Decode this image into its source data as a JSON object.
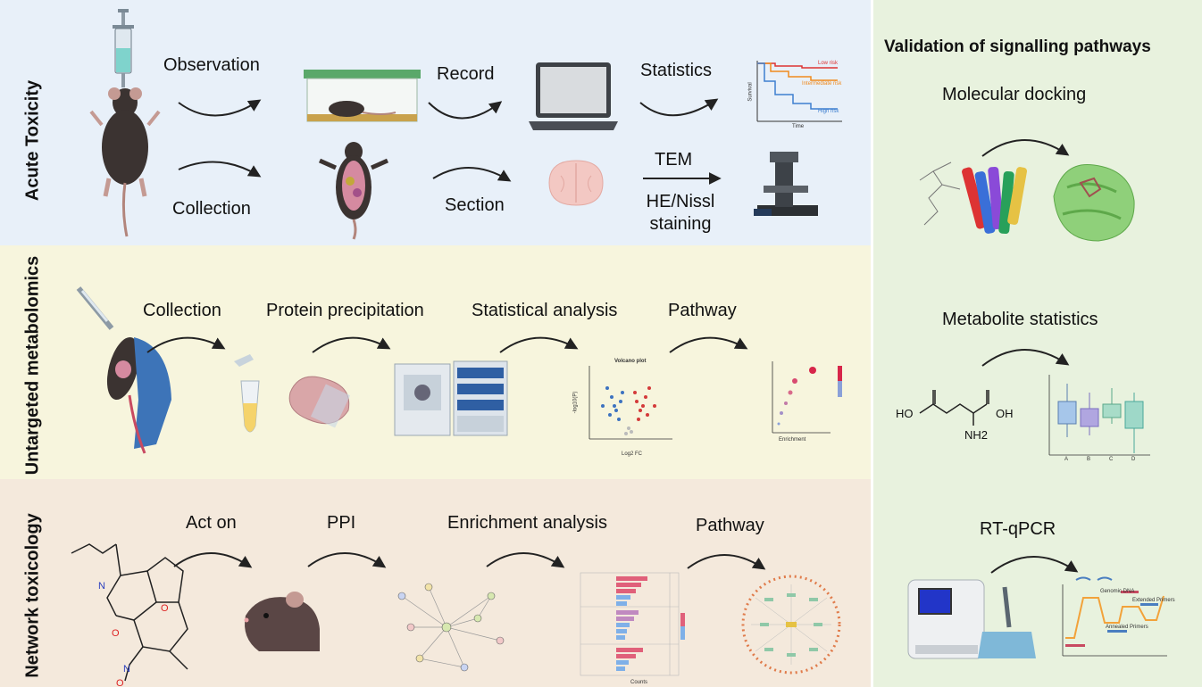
{
  "panels": {
    "acute": {
      "title": "Acute Toxicity",
      "steps_top": [
        "Observation",
        "Record",
        "Statistics"
      ],
      "steps_bottom": [
        "Collection",
        "Section",
        "TEM",
        "HE/Nissl",
        "staining"
      ],
      "survival_chart": {
        "ylabel": "Survival",
        "xlabel": "Time",
        "legend": [
          "Low risk",
          "Intermediate risk",
          "High risk"
        ]
      }
    },
    "metabolomics": {
      "title": "Untargeted metabolomics",
      "steps": [
        "Collection",
        "Protein precipitation",
        "Statistical analysis",
        "Pathway"
      ],
      "volcano": {
        "title": "Volcano plot",
        "xlabel": "Log2 FC",
        "ylabel": "-log10(P)"
      },
      "enrich": {
        "xlabel": "Enrichment"
      }
    },
    "network": {
      "title": "Network toxicology",
      "steps": [
        "Act on",
        "PPI",
        "Enrichment analysis",
        "Pathway"
      ],
      "bar_xlabel": "Counts"
    },
    "validation": {
      "title": "Validation of signalling pathways",
      "items": [
        "Molecular docking",
        "Metabolite statistics",
        "RT-qPCR"
      ],
      "chem": {
        "ho_left": "HO",
        "oh_right": "OH",
        "nh2": "NH2"
      },
      "box_labels": [
        "A",
        "B",
        "C",
        "D"
      ],
      "pcr_labels": [
        "Genomic DNA",
        "Annealed Primers",
        "Extended Primers"
      ]
    }
  },
  "colors": {
    "acute_bg": "#e8f0f9",
    "metab_bg": "#f7f5dd",
    "network_bg": "#f4e9dc",
    "validation_bg": "#e8f2de",
    "arrow": "#222222"
  }
}
